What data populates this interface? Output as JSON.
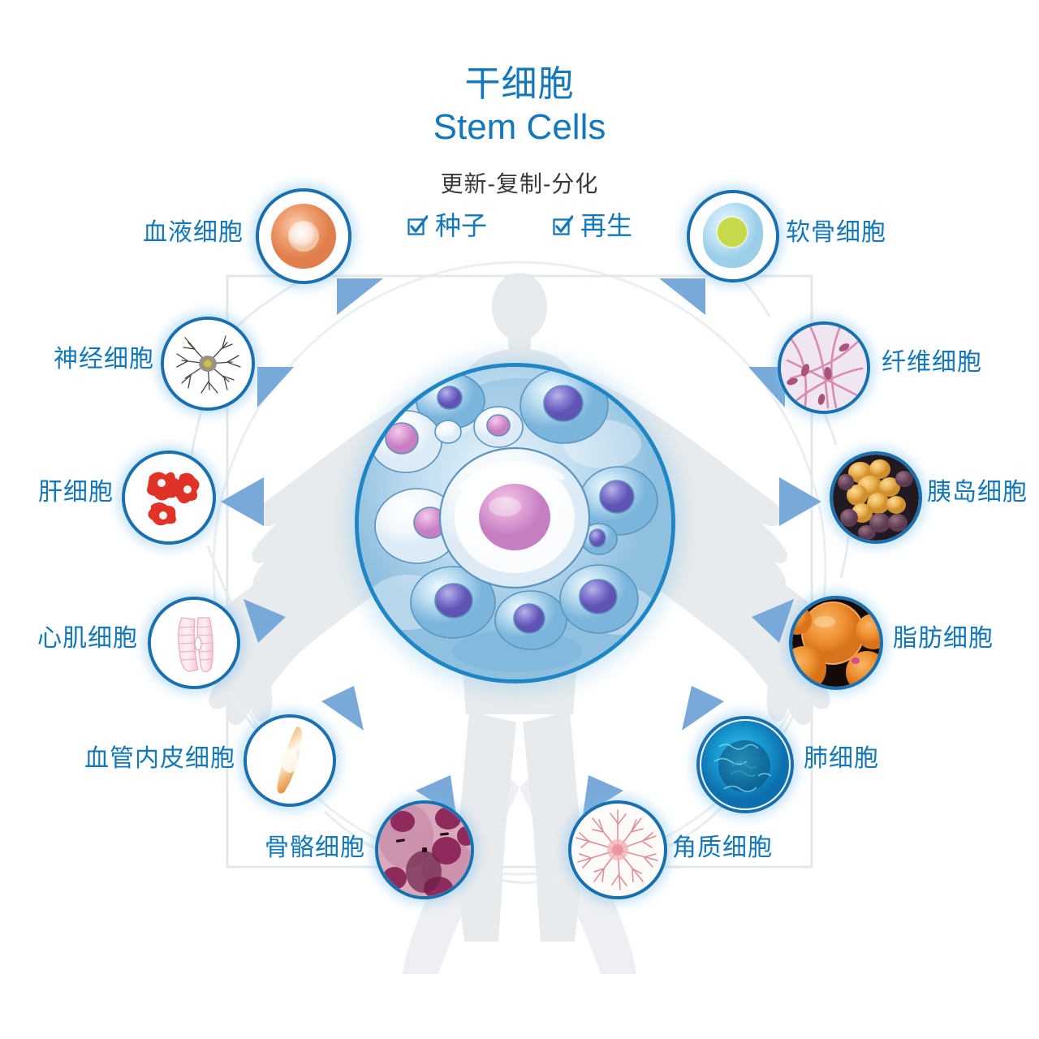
{
  "title": {
    "cn": "干细胞",
    "en": "Stem Cells",
    "subtitle": "更新-复制-分化",
    "color": "#1277bb"
  },
  "badges": [
    {
      "icon": "checkbox-checked-icon",
      "label": "种子"
    },
    {
      "icon": "checkbox-checked-icon",
      "label": "再生"
    }
  ],
  "center": {
    "name": "stem-cell-cluster",
    "ring_color": "#1f86c6"
  },
  "palette": {
    "accent_blue": "#1277bb",
    "ring_blue": "#1a6fae",
    "arrow_blue": "#79a9d8",
    "frame_gray": "#e2e6e8",
    "silhouette_gray": "#e6e9ec"
  },
  "nodes": [
    {
      "id": "blood",
      "label": "血液细胞",
      "icon": "erythrocyte-icon",
      "side": "left"
    },
    {
      "id": "nerve",
      "label": "神经细胞",
      "icon": "neuron-icon",
      "side": "left"
    },
    {
      "id": "liver",
      "label": "肝细胞",
      "icon": "hepatocyte-icon",
      "side": "left"
    },
    {
      "id": "cardiac",
      "label": "心肌细胞",
      "icon": "cardiomyocyte-icon",
      "side": "left"
    },
    {
      "id": "endothelial",
      "label": "血管内皮细胞",
      "icon": "endothelial-icon",
      "side": "left"
    },
    {
      "id": "bone",
      "label": "骨骼细胞",
      "icon": "osteocyte-icon",
      "side": "bottom"
    },
    {
      "id": "keratin",
      "label": "角质细胞",
      "icon": "keratinocyte-icon",
      "side": "bottom"
    },
    {
      "id": "lung",
      "label": "肺细胞",
      "icon": "pneumocyte-icon",
      "side": "right"
    },
    {
      "id": "adipose",
      "label": "脂肪细胞",
      "icon": "adipocyte-icon",
      "side": "right"
    },
    {
      "id": "islet",
      "label": "胰岛细胞",
      "icon": "islet-icon",
      "side": "right"
    },
    {
      "id": "fibro",
      "label": "纤维细胞",
      "icon": "fibroblast-icon",
      "side": "right"
    },
    {
      "id": "cartilage",
      "label": "软骨细胞",
      "icon": "chondrocyte-icon",
      "side": "right"
    }
  ]
}
